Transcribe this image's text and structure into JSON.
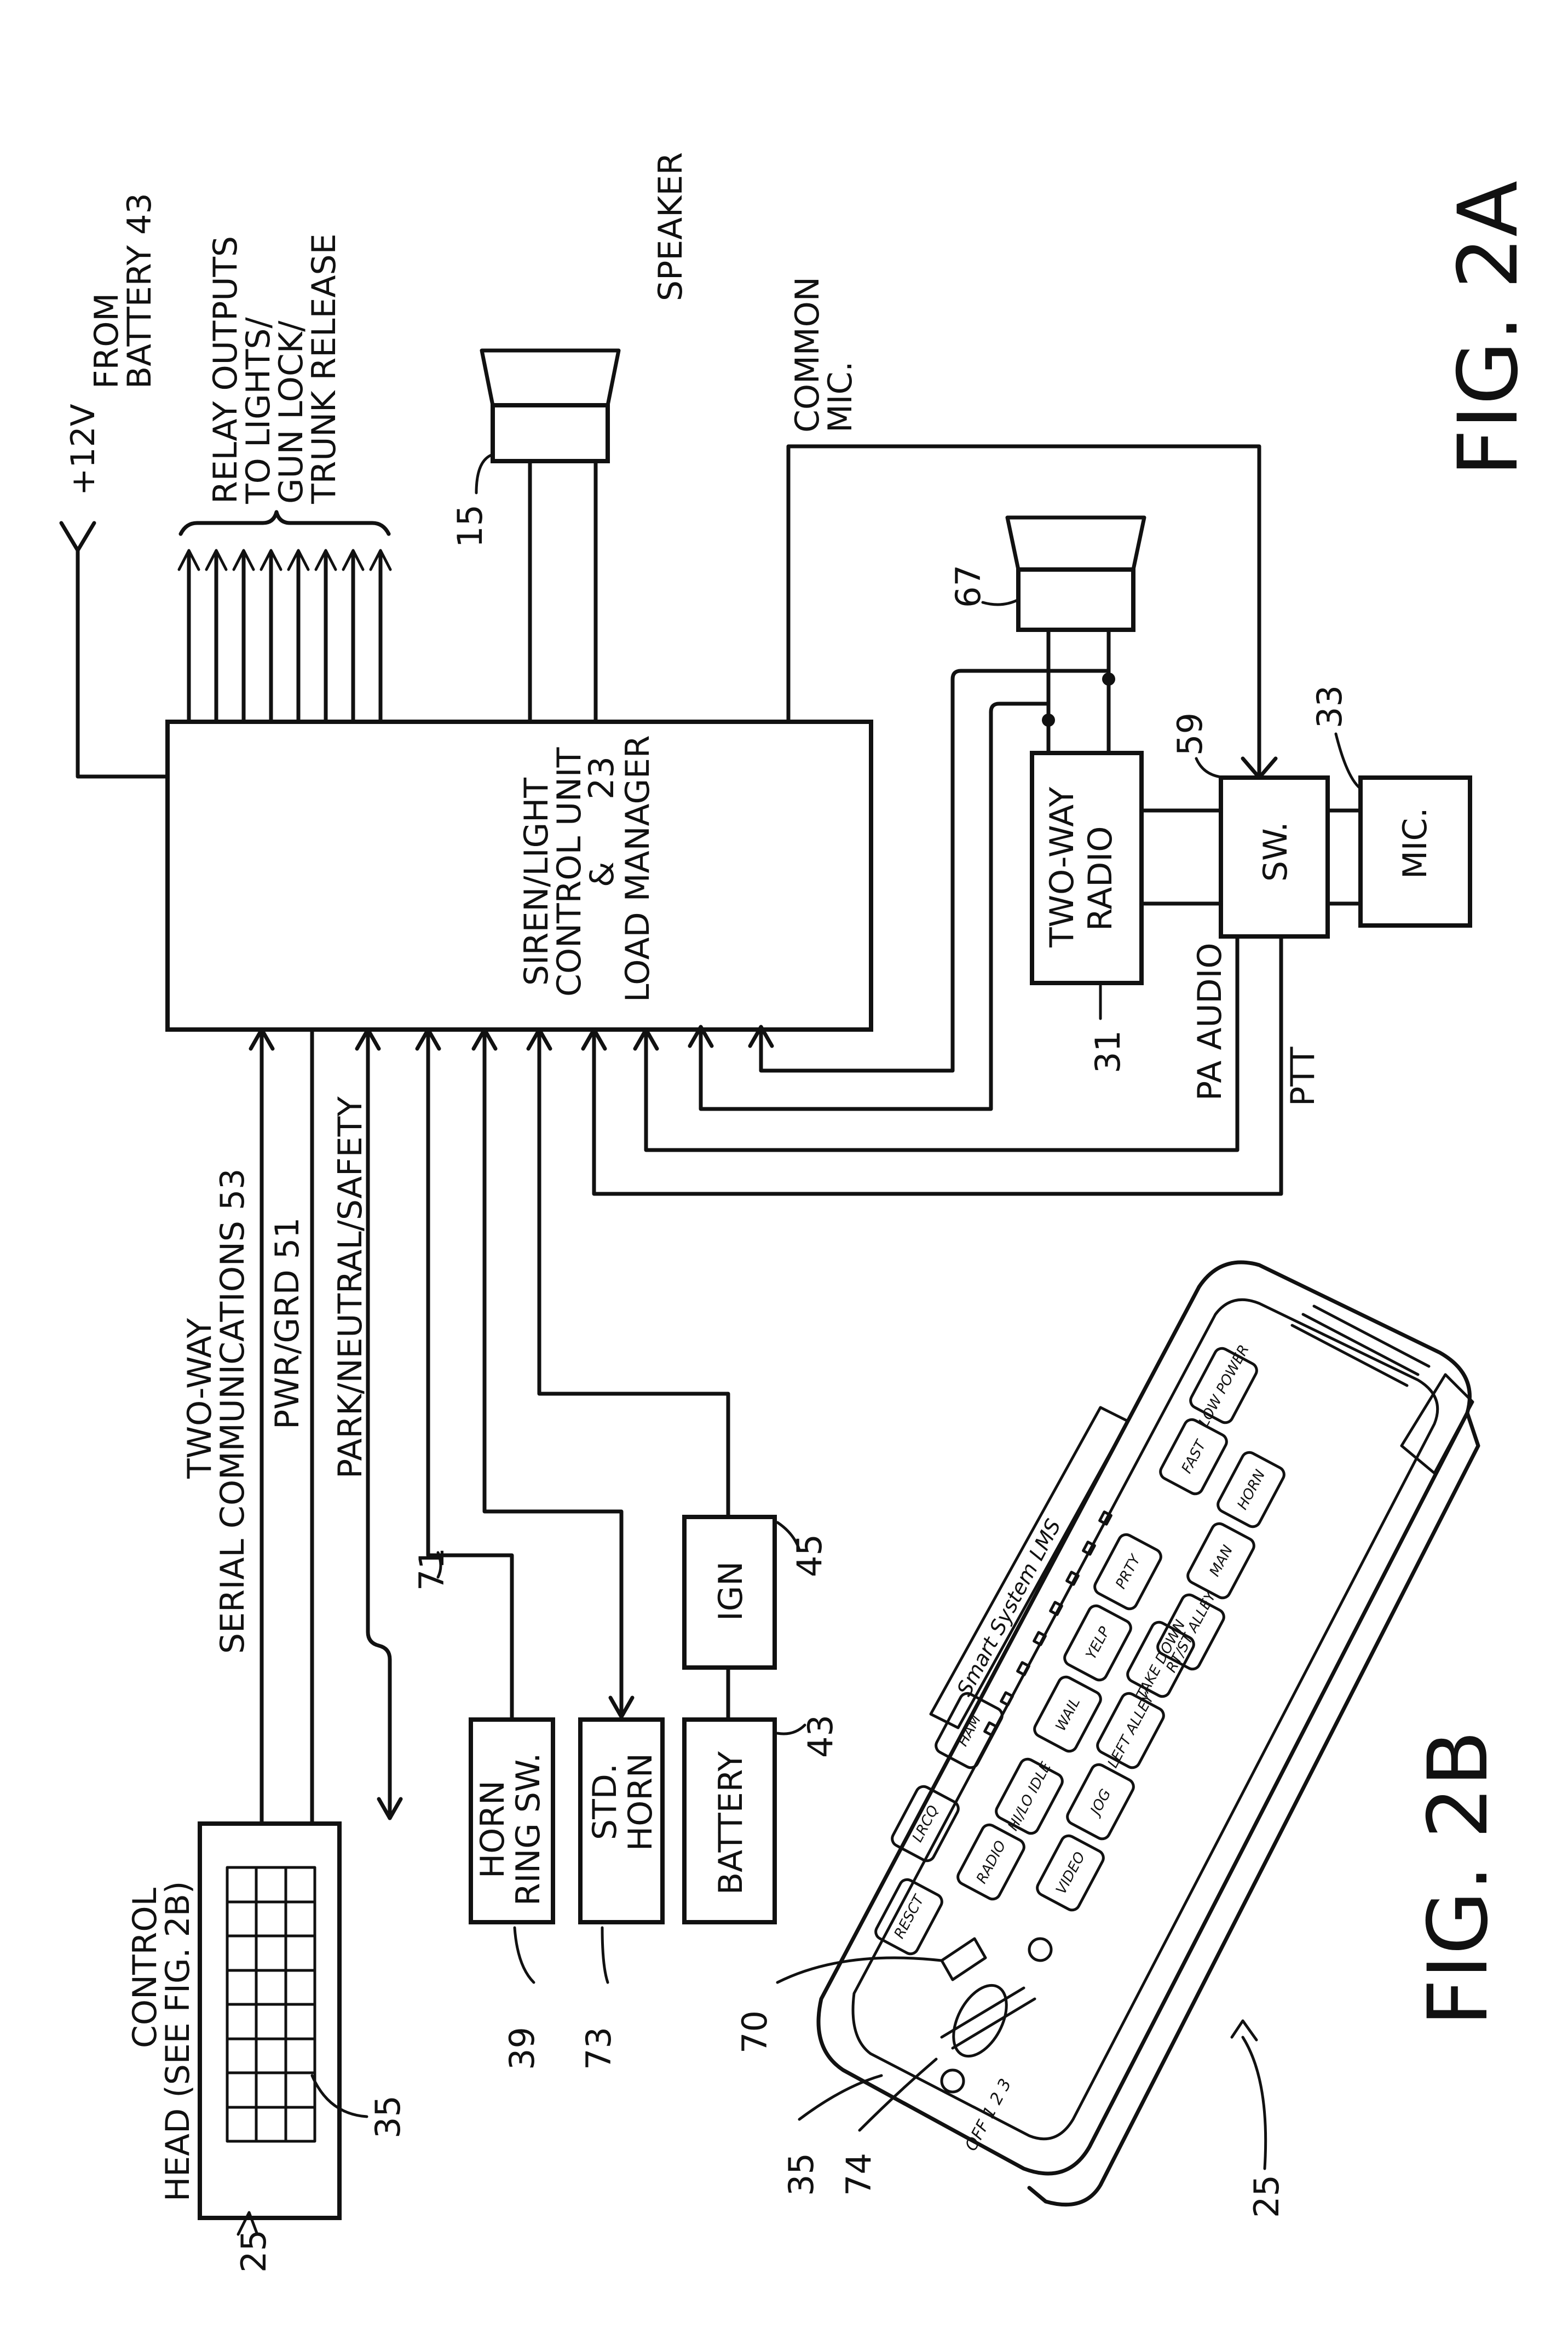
{
  "figures": {
    "fig2a": "FIG. 2A",
    "fig2b": "FIG. 2B"
  },
  "labels": {
    "plus12v": "+12V",
    "from_battery_1": "FROM",
    "from_battery_2": "BATTERY 43",
    "relay_1": "RELAY OUTPUTS",
    "relay_2": "TO LIGHTS/",
    "relay_3": "GUN LOCK/",
    "relay_4": "TRUNK RELEASE",
    "speaker": "SPEAKER",
    "common_mic_1": "COMMON",
    "common_mic_2": "MIC.",
    "siren_1": "SIREN/LIGHT",
    "siren_2": "CONTROL UNIT",
    "siren_3": "&",
    "siren_4": "LOAD MANAGER",
    "two_way_radio_1": "TWO-WAY",
    "two_way_radio_2": "RADIO",
    "sw": "SW.",
    "mic": "MIC.",
    "pa_audio": "PA AUDIO",
    "ptt": "PTT",
    "serial_1": "TWO-WAY",
    "serial_2": "SERIAL COMMUNICATIONS 53",
    "pwr_grd": "PWR/GRD 51",
    "park": "PARK/NEUTRAL/SAFETY",
    "ign": "IGN",
    "battery": "BATTERY",
    "std_horn_1": "STD.",
    "std_horn_2": "HORN",
    "horn_ring_1": "HORN",
    "horn_ring_2": "RING SW.",
    "control_head_1": "CONTROL",
    "control_head_2": "HEAD (SEE FIG. 2B)",
    "brand": "Smart System LMS",
    "selector": "OFF 1 2 3"
  },
  "refs": {
    "r23": "23",
    "r15": "15",
    "r67": "67",
    "r59": "59",
    "r33": "33",
    "r31": "31",
    "r71": "71",
    "r45": "45",
    "r43": "43",
    "r73": "73",
    "r39": "39",
    "r35a": "35",
    "r25a": "25",
    "r70": "70",
    "r35b": "35",
    "r74": "74",
    "r25b": "25"
  },
  "keypad": {
    "keys": [
      "LOW POWER",
      "FAST",
      "HORN",
      "MAN",
      "RT/ST ALLEY",
      "PRTY",
      "TAKE DOWN",
      "YELP",
      "LEFT ALLEY",
      "WAIL",
      "JOG",
      "HI/LO IDLE",
      "VIDEO",
      "RADIO",
      "HAM",
      "LRCQ",
      "RESCT"
    ]
  }
}
